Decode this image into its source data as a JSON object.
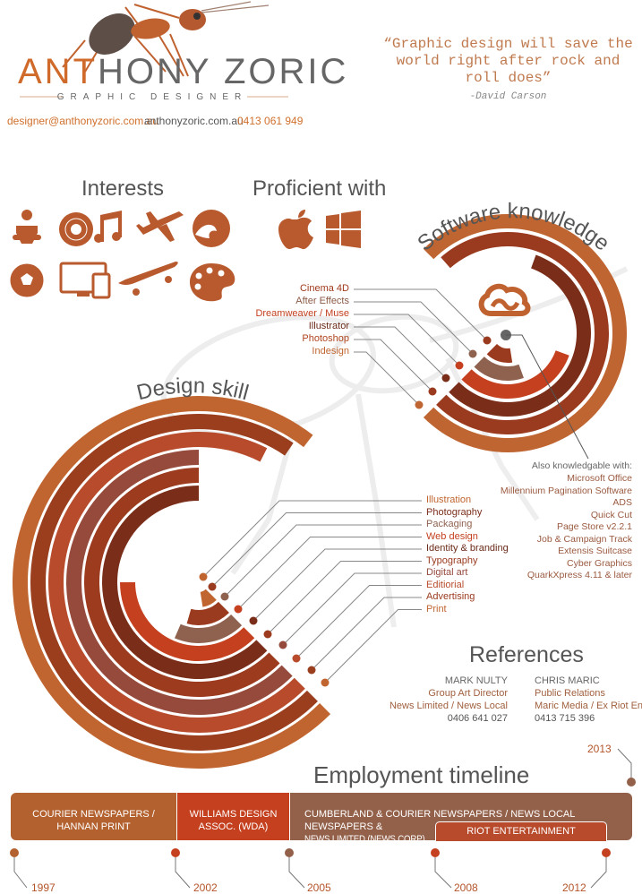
{
  "header": {
    "name_highlight": "ANT",
    "name_rest": "HONY ZORIC",
    "subtitle": "GRAPHIC DESIGNER",
    "email": "designer@anthonyzoric.com.au",
    "website": "anthonyzoric.com.au",
    "phone": "0413 061 949",
    "quote": "“Graphic design will save the world right after rock and roll does”",
    "quote_author": "-David Carson"
  },
  "interests": {
    "title": "Interests",
    "icons": [
      "yoga-person-icon",
      "vinyl-record-icon",
      "music-note-icon",
      "airplane-icon",
      "wave-icon",
      "soccer-ball-icon",
      "devices-icon",
      "skateboard-icon",
      "paint-palette-icon"
    ]
  },
  "proficient": {
    "title": "Proficient with",
    "icons": [
      "apple-icon",
      "windows-icon"
    ]
  },
  "software": {
    "title": "Software knowledge",
    "logo": "adobe-creative-cloud-icon",
    "also_title": "Also knowledgable with:",
    "also": [
      "Microsoft Office",
      "Millennium Pagination Software",
      "ADS",
      "Quick Cut",
      "Page Store v2.2.1",
      "Job & Campaign Track",
      "Extensis Suitcase",
      "Cyber Graphics",
      "QuarkXpress 4.11 & later"
    ]
  },
  "design": {
    "title": "Design skill"
  },
  "chart_data": [
    {
      "type": "radial-bar",
      "title": "Software knowledge",
      "unit": "fraction of full circle",
      "series": [
        {
          "name": "Cinema 4D",
          "value": 0.15,
          "color": "#9a3a1e"
        },
        {
          "name": "After Effects",
          "value": 0.18,
          "color": "#8f6250"
        },
        {
          "name": "Dreamweaver / Muse",
          "value": 0.32,
          "color": "#c5401f"
        },
        {
          "name": "Illustrator",
          "value": 0.57,
          "color": "#7a2e1a"
        },
        {
          "name": "Photoshop",
          "value": 0.74,
          "color": "#9a3a1e"
        },
        {
          "name": "Indesign",
          "value": 0.75,
          "color": "#bf6531"
        }
      ]
    },
    {
      "type": "radial-bar",
      "title": "Design skill",
      "unit": "fraction of full circle",
      "series": [
        {
          "name": "Illustration",
          "value": 0.1,
          "color": "#c0652f"
        },
        {
          "name": "Photography",
          "value": 0.17,
          "color": "#9a3a1e"
        },
        {
          "name": "Packaging",
          "value": 0.19,
          "color": "#8f6250"
        },
        {
          "name": "Web design",
          "value": 0.375,
          "color": "#c5401f"
        },
        {
          "name": "Identity & branding",
          "value": 0.625,
          "color": "#7a2e1a"
        },
        {
          "name": "Typography",
          "value": 0.625,
          "color": "#9c3b1e"
        },
        {
          "name": "Digital art",
          "value": 0.625,
          "color": "#954a3c"
        },
        {
          "name": "Editiorial",
          "value": 0.7,
          "color": "#b84b2b"
        },
        {
          "name": "Advertising",
          "value": 0.72,
          "color": "#9a3e1e"
        },
        {
          "name": "Print",
          "value": 0.73,
          "color": "#c0652f"
        }
      ]
    }
  ],
  "label_colors": {
    "software": [
      "#a0391c",
      "#8a5a45",
      "#c4401f",
      "#6a2a18",
      "#b0451f",
      "#c0652f"
    ],
    "design": [
      "#c0652f",
      "#7a2e1a",
      "#8f6250",
      "#c4401f",
      "#6a2a18",
      "#9a3a1e",
      "#954a3c",
      "#b84b2b",
      "#9a3a1e",
      "#c0652f"
    ]
  },
  "references": {
    "title": "References",
    "people": [
      {
        "name": "MARK NULTY",
        "role": "Group Art Director",
        "company": "News Limited / News Local",
        "phone": "0406 641 027"
      },
      {
        "name": "CHRIS MARIC",
        "role": "Public Relations",
        "company": "Maric Media / Ex Riot Ent.",
        "phone": "0413 715 396"
      }
    ]
  },
  "timeline": {
    "title": "Employment timeline",
    "jobs": [
      {
        "line1": "COURIER NEWSPAPERS /",
        "line2": "HANNAN PRINT",
        "color": "#b3612f"
      },
      {
        "line1": "WILLIAMS DESIGN",
        "line2": "ASSOC. (WDA)",
        "color": "#c4401f"
      },
      {
        "line1": "CUMBERLAND & COURIER NEWSPAPERS / NEWS LOCAL NEWSPAPERS &",
        "line2": "NEWS LIMITED (NEWS CORP)",
        "color": "#93614a"
      }
    ],
    "overlap_job": {
      "label": "RIOT ENTERTAINMENT",
      "color": "#b84b2b"
    },
    "years": [
      "1997",
      "2002",
      "2005",
      "2008",
      "2012",
      "2013"
    ]
  }
}
